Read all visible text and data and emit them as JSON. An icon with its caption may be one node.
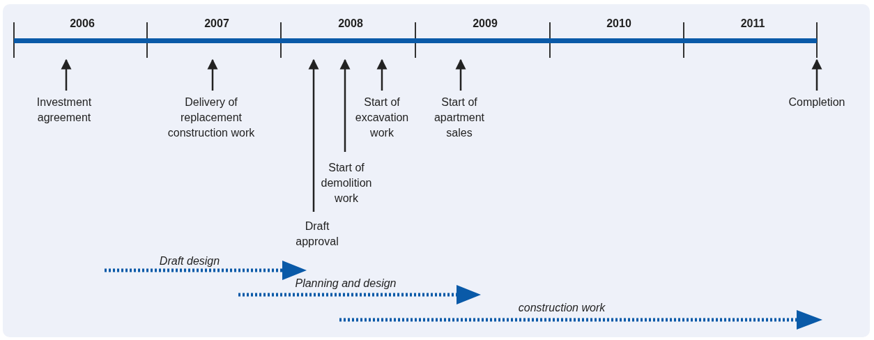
{
  "diagram": {
    "nodes": [
      {
        "text": [],
        "shape": "bar"
      },
      {
        "text": [
          "Investment agreement"
        ]
      },
      {
        "text": [
          "Delivery of replacement construction work"
        ]
      },
      {
        "text": [
          "Draft approval"
        ]
      },
      {
        "text": [
          "Start of demolition work"
        ]
      },
      {
        "text": [
          "Start of excavation work"
        ]
      },
      {
        "text": [
          "Start of apartment sales"
        ]
      },
      {
        "text": [
          "Completion"
        ]
      }
    ],
    "edges": [
      {
        "from": 1,
        "to": 0,
        "arrow": "to"
      },
      {
        "from": 2,
        "to": 0,
        "arrow": "to"
      },
      {
        "from": 3,
        "to": 0,
        "arrow": "to"
      },
      {
        "from": 4,
        "to": 0,
        "arrow": "to"
      },
      {
        "from": 5,
        "to": 0,
        "arrow": "to"
      },
      {
        "from": 6,
        "to": 0,
        "arrow": "to"
      },
      {
        "from": 7,
        "to": 0,
        "arrow": "to"
      }
    ],
    "labels": [
      "2006",
      "2007",
      "2008",
      "2009",
      "2010",
      "2011",
      "Draft design",
      "Planning and design",
      "construction work"
    ]
  }
}
